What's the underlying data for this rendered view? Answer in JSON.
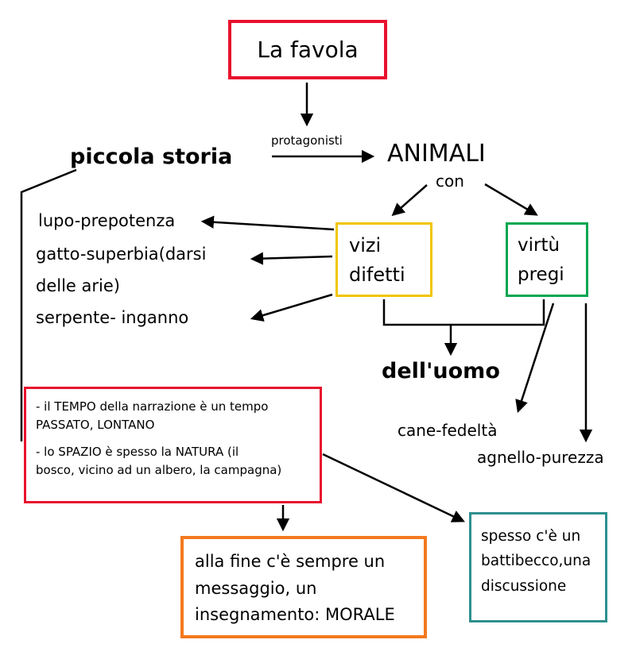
{
  "title_box": {
    "label": "La favola"
  },
  "flow": {
    "piccola_storia": "piccola storia",
    "protagonisti": "protagonisti",
    "animali": "ANIMALI",
    "con": "con",
    "delluomo": "dell'uomo"
  },
  "vizi_box": {
    "line1": "vizi",
    "line2": "difetti"
  },
  "virtu_box": {
    "line1": "virtù",
    "line2": "pregi"
  },
  "vizi_examples": {
    "l1": "lupo-prepotenza",
    "l2": "gatto-superbia(darsi",
    "l3": "delle arie)",
    "l4": "serpente- inganno"
  },
  "virtu_examples": {
    "cane": "cane-fedeltà",
    "agnello": "agnello-purezza"
  },
  "tempo_spazio_box": {
    "p1a": "- il TEMPO della narrazione è un tempo",
    "p1b": "PASSATO, LONTANO",
    "p2a": "- lo SPAZIO è spesso la NATURA (il",
    "p2b": "bosco, vicino ad un albero, la campagna)"
  },
  "morale_box": {
    "l1": "alla fine c'è sempre un",
    "l2": "messaggio, un",
    "l3": "insegnamento: MORALE"
  },
  "battibecco_box": {
    "l1": "spesso c'è un",
    "l2": "battibecco,una",
    "l3": "discussione"
  },
  "colors": {
    "red": "#e8112d",
    "yellow": "#f2c500",
    "green": "#00a650",
    "orange": "#f4791f",
    "teal": "#2f8f8f",
    "ink": "#000000"
  }
}
